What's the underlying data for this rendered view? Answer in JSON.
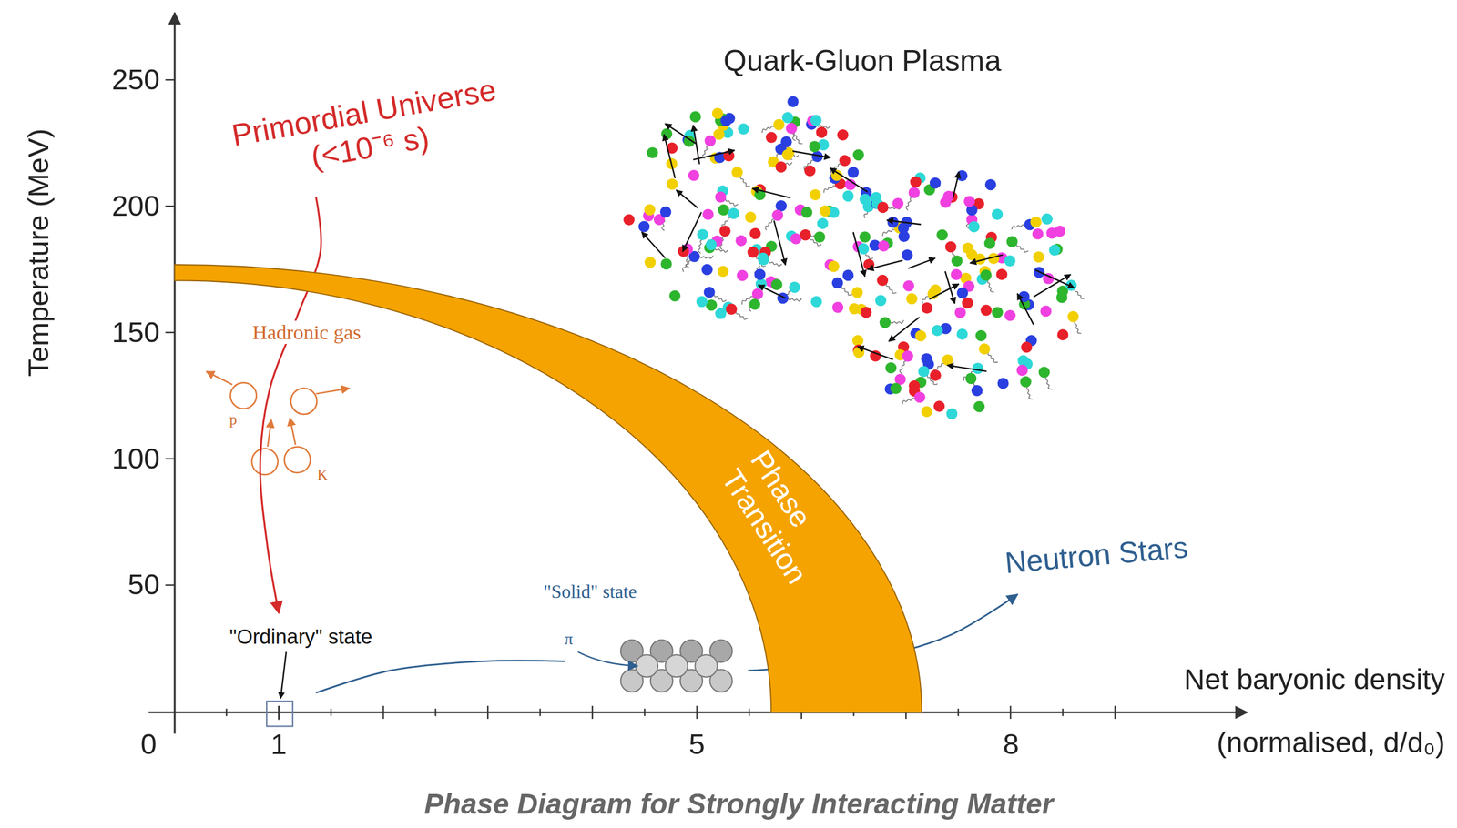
{
  "diagram": {
    "caption": "Phase Diagram for Strongly Interacting Matter",
    "nodes": [
      {
        "text": [
          "Phase Transition"
        ]
      }
    ],
    "labels": [
      "Quark-Gluon Plasma",
      "Primordial Universe (<10⁻⁶ s)",
      "Hadronic gas",
      "p",
      "K",
      "\"Ordinary\" state",
      "\"Solid\" state",
      "π",
      "Neutron Stars",
      "Temperature (MeV)",
      "250",
      "200",
      "150",
      "100",
      "50",
      "0",
      "1",
      "5",
      "8",
      "Net baryonic density",
      "(normalised, d/d₀)"
    ]
  }
}
